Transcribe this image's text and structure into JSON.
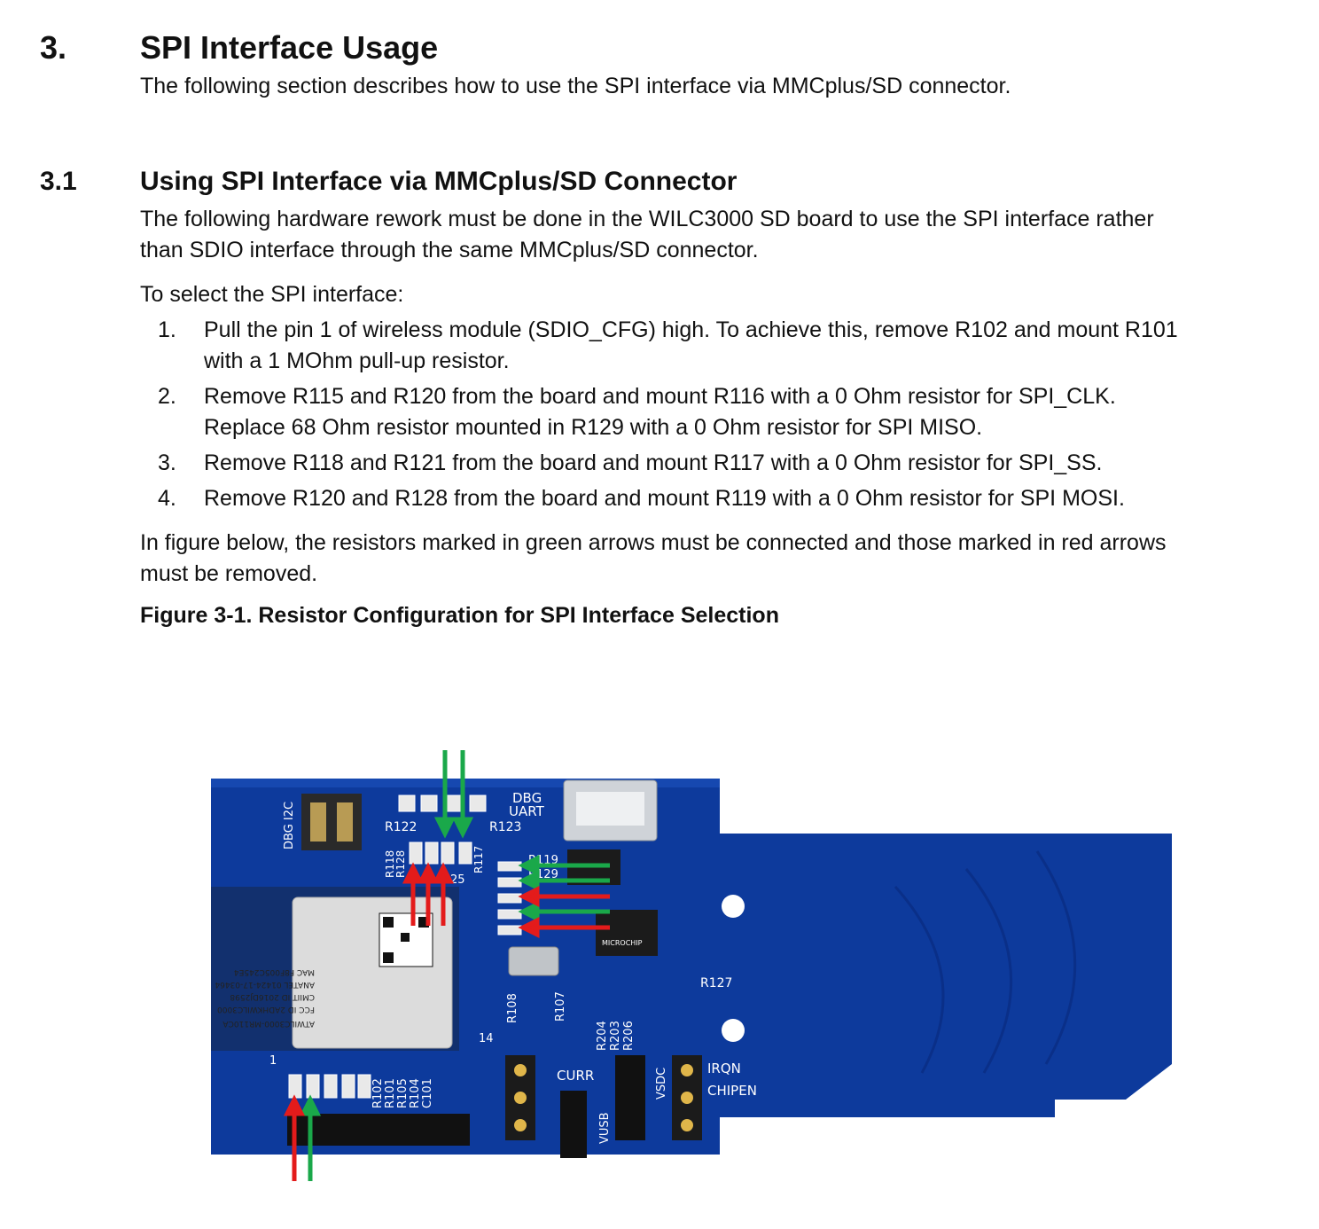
{
  "section3": {
    "number": "3.",
    "title": "SPI Interface Usage",
    "intro": "The following section describes how to use the SPI interface via MMCplus/SD connector."
  },
  "section31": {
    "number": "3.1",
    "title": "Using SPI Interface via MMCplus/SD Connector",
    "para1_line1": "The following hardware rework must be done in the WILC3000 SD board to use the SPI interface rather",
    "para1_line2": "than SDIO interface through the same MMCplus/SD connector.",
    "para2": "To select the SPI interface:",
    "steps": [
      {
        "num": "1.",
        "line1": "Pull the pin 1 of wireless module (SDIO_CFG) high. To achieve this, remove R102 and mount R101",
        "line2": "with a 1 MOhm pull-up resistor."
      },
      {
        "num": "2.",
        "line1": "Remove R115 and R120 from the board and mount R116 with a 0 Ohm resistor for SPI_CLK.",
        "line2": "Replace 68 Ohm resistor mounted in R129 with a 0 Ohm resistor for SPI MISO."
      },
      {
        "num": "3.",
        "line1": "Remove R118 and R121 from the board and mount R117 with a 0 Ohm resistor for SPI_SS."
      },
      {
        "num": "4.",
        "line1": "Remove R120 and R128 from the board and mount R119 with a 0 Ohm resistor for SPI MOSI."
      }
    ],
    "para3_line1": "In figure below, the resistors marked in green arrows must be connected and those marked in red arrows",
    "para3_line2": "must be removed.",
    "figure_caption": "Figure 3-1.  Resistor Configuration for SPI Interface Selection"
  },
  "figure": {
    "silkscreen": {
      "dbg_i2c": "DBG I2C",
      "dbg": "DBG",
      "uart": "UART",
      "r122": "R122",
      "r123": "R123",
      "r118": "R118",
      "r128": "R128",
      "r117": "R117",
      "r119": "R119",
      "r129": "R129",
      "n25": "25",
      "n14": "14",
      "n1": "1",
      "r108": "R108",
      "r107": "R107",
      "r127": "R127",
      "r204": "R204",
      "r203": "R203",
      "r206": "R206",
      "curr": "CURR",
      "vusb": "VUSB",
      "vsdc": "VSDC",
      "irqn": "IRQN",
      "chipen": "CHIPEN",
      "r102": "R102",
      "r101": "R101",
      "r105": "R105",
      "r104": "R104",
      "c101": "C101",
      "microchip": "MICROCHIP"
    },
    "module_label_lines": [
      "ATWILC3000-MR110CA",
      "FCC ID 2ADHKWILC3000",
      "CMIIT ID 2016DJ2598",
      "ANATEL 01424-17-03464",
      "MAC F8F005C245E4"
    ],
    "colors": {
      "board": "#0d3a9c",
      "board_dark": "#08297a",
      "green_arrow": "#1aa84a",
      "red_arrow": "#e31b1b",
      "silk": "#ffffff"
    }
  }
}
